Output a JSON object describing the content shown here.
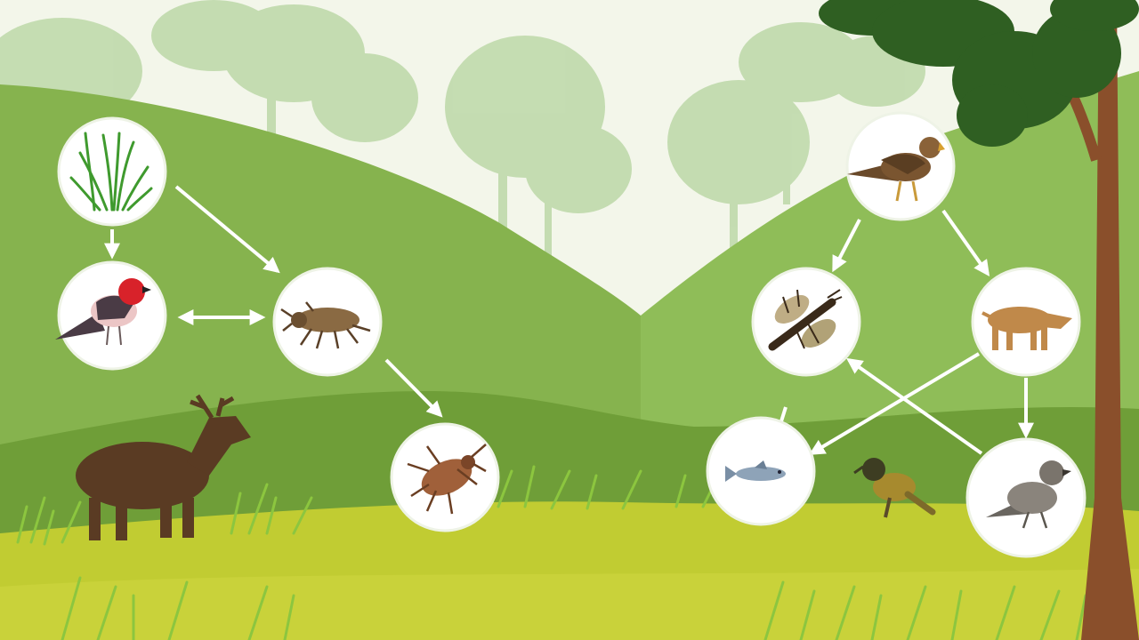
{
  "diagram": {
    "type": "food-web",
    "colors": {
      "sky": "#f3f6ea",
      "far_trees": "#bcd8a8",
      "hill_left": "#86b34e",
      "hill_right": "#8fbd58",
      "mid_hill": "#6f9e38",
      "ground": "#c1cc32",
      "ground_front": "#c9d23a",
      "grass": "#8cc63f",
      "foliage": "#2f5f22",
      "trunk": "#8a4f2b",
      "arrow": "#ffffff",
      "node_fill": "#ffffff"
    },
    "nodes": [
      {
        "id": "grass",
        "icon": "grass-icon"
      },
      {
        "id": "red-bird",
        "icon": "red-bird-icon"
      },
      {
        "id": "louse",
        "icon": "louse-icon"
      },
      {
        "id": "beetle",
        "icon": "beetle-icon"
      },
      {
        "id": "hawk",
        "icon": "hawk-icon"
      },
      {
        "id": "winged-insect",
        "icon": "winged-insect-icon"
      },
      {
        "id": "mammal",
        "icon": "mammal-icon"
      },
      {
        "id": "fish",
        "icon": "fish-icon"
      },
      {
        "id": "sparrow",
        "icon": "sparrow-icon"
      }
    ],
    "edges": [
      {
        "from": "grass",
        "to": "red-bird"
      },
      {
        "from": "grass",
        "to": "louse"
      },
      {
        "from": "red-bird",
        "to": "louse",
        "bidirectional": true
      },
      {
        "from": "louse",
        "to": "beetle"
      },
      {
        "from": "hawk",
        "to": "winged-insect"
      },
      {
        "from": "hawk",
        "to": "mammal"
      },
      {
        "from": "mammal",
        "to": "sparrow"
      },
      {
        "from": "mammal",
        "to": "fish"
      },
      {
        "from": "sparrow",
        "to": "winged-insect"
      }
    ],
    "scenery": [
      "deer-silhouette",
      "woodpecker",
      "oak-tree"
    ]
  }
}
